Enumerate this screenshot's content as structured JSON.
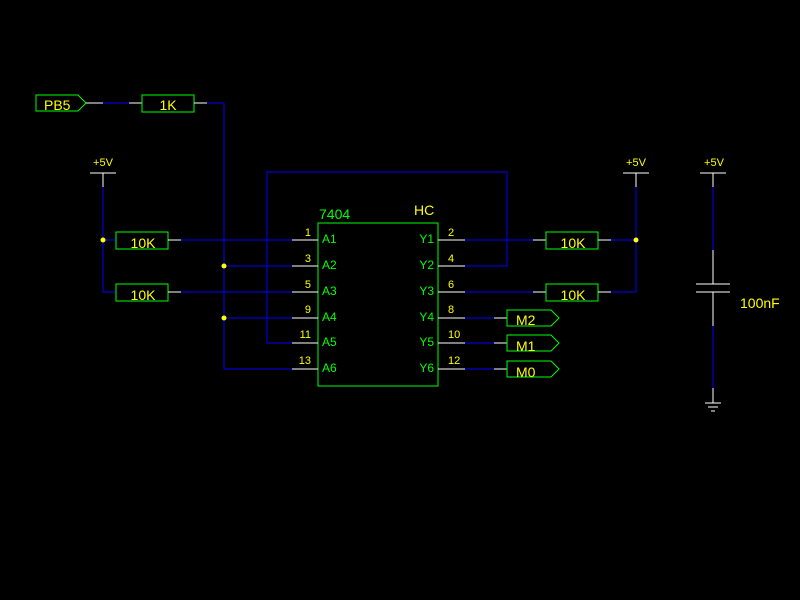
{
  "schematic": {
    "colors": {
      "background": "#000000",
      "wire": "#0000ff",
      "component": "#00ff00",
      "label": "#ffff00",
      "pin": "#ffffff"
    },
    "input_port": {
      "label": "PB5"
    },
    "series_resistor": {
      "value": "1K"
    },
    "ic": {
      "part": "7404",
      "family": "HC",
      "pins_left": [
        {
          "num": "1",
          "name": "A1"
        },
        {
          "num": "3",
          "name": "A2"
        },
        {
          "num": "5",
          "name": "A3"
        },
        {
          "num": "9",
          "name": "A4"
        },
        {
          "num": "11",
          "name": "A5"
        },
        {
          "num": "13",
          "name": "A6"
        }
      ],
      "pins_right": [
        {
          "num": "2",
          "name": "Y1"
        },
        {
          "num": "4",
          "name": "Y2"
        },
        {
          "num": "6",
          "name": "Y3"
        },
        {
          "num": "8",
          "name": "Y4"
        },
        {
          "num": "10",
          "name": "Y5"
        },
        {
          "num": "12",
          "name": "Y6"
        }
      ]
    },
    "pullups_left": [
      {
        "value": "10K"
      },
      {
        "value": "10K"
      }
    ],
    "pullups_right": [
      {
        "value": "10K"
      },
      {
        "value": "10K"
      }
    ],
    "power": [
      {
        "label": "+5V"
      },
      {
        "label": "+5V"
      },
      {
        "label": "+5V"
      }
    ],
    "capacitor": {
      "value": "100nF"
    },
    "output_ports": [
      {
        "label": "M2"
      },
      {
        "label": "M1"
      },
      {
        "label": "M0"
      }
    ]
  }
}
